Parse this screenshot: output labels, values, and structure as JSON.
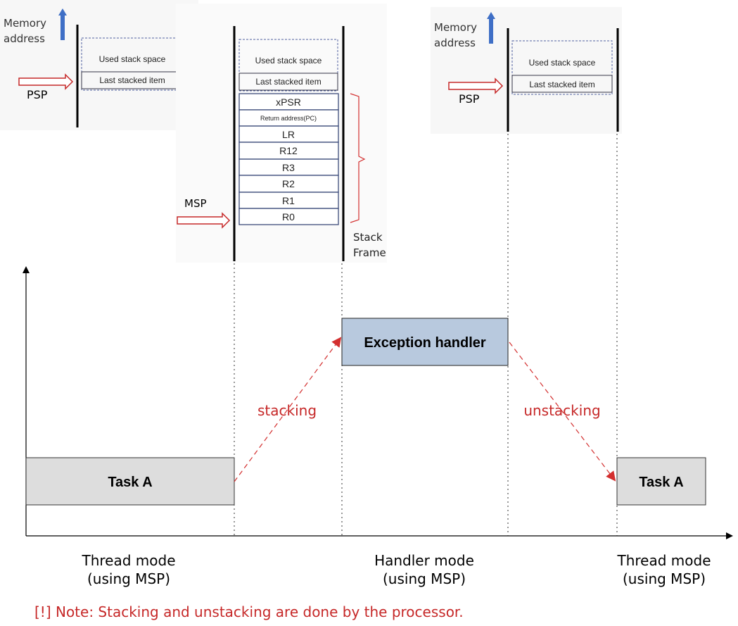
{
  "panel_left": {
    "memory_address_label": [
      "Memory",
      "address"
    ],
    "used_stack_space": "Used stack space",
    "last_stacked_item": "Last stacked item",
    "pointer_label": "PSP"
  },
  "panel_middle": {
    "used_stack_space": "Used stack space",
    "last_stacked_item": "Last stacked item",
    "frame_cells": [
      "xPSR",
      "Return address(PC)",
      "LR",
      "R12",
      "R3",
      "R2",
      "R1",
      "R0"
    ],
    "pointer_label": "MSP",
    "frame_label": [
      "Stack",
      "Frame"
    ]
  },
  "panel_right": {
    "memory_address_label": [
      "Memory",
      "address"
    ],
    "used_stack_space": "Used stack space",
    "last_stacked_item": "Last stacked item",
    "pointer_label": "PSP"
  },
  "timeline": {
    "task_a_left": "Task A",
    "exception_handler": "Exception handler",
    "task_a_right": "Task A",
    "stacking": "stacking",
    "unstacking": "unstacking"
  },
  "modes": {
    "thread_left": [
      "Thread mode",
      "(using MSP)"
    ],
    "handler": [
      "Handler mode",
      "(using MSP)"
    ],
    "thread_right": [
      "Thread mode",
      "(using MSP)"
    ]
  },
  "note": "[!] Note: Stacking and unstacking are done by the processor.",
  "colors": {
    "red": "#c62828",
    "arrow_red": "#d32f2f",
    "blue_arrow": "#3f6fc6",
    "handler_fill": "#b8c9de",
    "task_fill": "#dddddd",
    "dash_blue": "#5060a0"
  }
}
